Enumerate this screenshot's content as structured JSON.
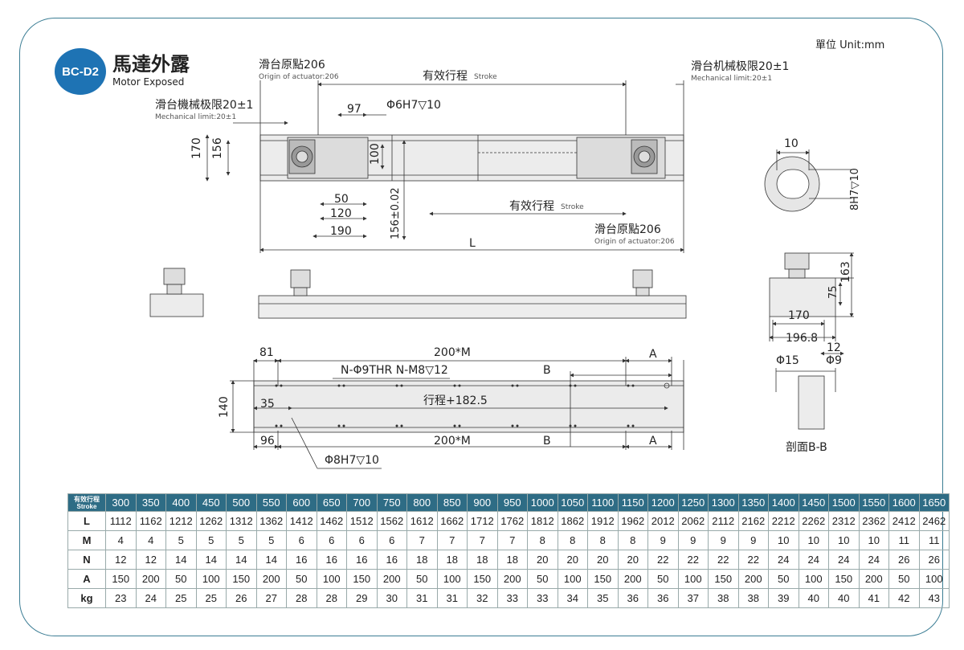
{
  "header": {
    "badge": "BC-D2",
    "title_zh": "馬達外露",
    "title_en": "Motor Exposed",
    "unit": "單位 Unit:mm"
  },
  "labels": {
    "origin_left_zh": "滑台原點206",
    "origin_left_en": "Origin of actuator:206",
    "stroke_top_zh": "有效行程",
    "stroke_top_en": "Stroke",
    "mech_right_zh": "滑台机械极限20±1",
    "mech_right_en": "Mechanical limit:20±1",
    "mech_left_zh": "滑台機械极限20±1",
    "mech_left_en": "Mechanical limit:20±1",
    "dim_97": "97",
    "hole_top": "Φ6H7▽10",
    "dim_170": "170",
    "dim_156": "156",
    "dim_100": "100",
    "dim_50": "50",
    "dim_120": "120",
    "dim_190": "190",
    "dim_156_tol": "156±0.02",
    "stroke_mid_zh": "有效行程",
    "stroke_mid_en": "Stroke",
    "origin_right_zh": "滑台原點206",
    "origin_right_en": "Origin of actuator:206",
    "dim_L": "L",
    "dim_10": "10",
    "hole_side": "8H7▽10",
    "dim_163": "163",
    "dim_75": "75",
    "dim_170b": "170",
    "dim_196": "196.8",
    "dim_81": "81",
    "dim_200M_top": "200*M",
    "dim_A_top": "A",
    "holes_label": "N-Φ9THR N-M8▽12",
    "dim_B_top": "B",
    "dim_140": "140",
    "dim_35": "35",
    "stroke_plus": "行程+182.5",
    "dim_96": "96",
    "dim_200M_bot": "200*M",
    "dim_B_bot": "B",
    "dim_A_bot": "A",
    "pin_hole": "Φ8H7▽10",
    "dim_12": "12",
    "dim_phi15": "Φ15",
    "dim_phi9": "Φ9",
    "section": "剖面B-B"
  },
  "table": {
    "header_label_zh": "有效行程",
    "header_label_en": "Stroke",
    "strokes": [
      "300",
      "350",
      "400",
      "450",
      "500",
      "550",
      "600",
      "650",
      "700",
      "750",
      "800",
      "850",
      "900",
      "950",
      "1000",
      "1050",
      "1100",
      "1150",
      "1200",
      "1250",
      "1300",
      "1350",
      "1400",
      "1450",
      "1500",
      "1550",
      "1600",
      "1650"
    ],
    "rows": [
      {
        "label": "L",
        "values": [
          "1112",
          "1162",
          "1212",
          "1262",
          "1312",
          "1362",
          "1412",
          "1462",
          "1512",
          "1562",
          "1612",
          "1662",
          "1712",
          "1762",
          "1812",
          "1862",
          "1912",
          "1962",
          "2012",
          "2062",
          "2112",
          "2162",
          "2212",
          "2262",
          "2312",
          "2362",
          "2412",
          "2462"
        ]
      },
      {
        "label": "M",
        "values": [
          "4",
          "4",
          "5",
          "5",
          "5",
          "5",
          "6",
          "6",
          "6",
          "6",
          "7",
          "7",
          "7",
          "7",
          "8",
          "8",
          "8",
          "8",
          "9",
          "9",
          "9",
          "9",
          "10",
          "10",
          "10",
          "10",
          "11",
          "11"
        ]
      },
      {
        "label": "N",
        "values": [
          "12",
          "12",
          "14",
          "14",
          "14",
          "14",
          "16",
          "16",
          "16",
          "16",
          "18",
          "18",
          "18",
          "18",
          "20",
          "20",
          "20",
          "20",
          "22",
          "22",
          "22",
          "22",
          "24",
          "24",
          "24",
          "24",
          "26",
          "26"
        ]
      },
      {
        "label": "A",
        "values": [
          "150",
          "200",
          "50",
          "100",
          "150",
          "200",
          "50",
          "100",
          "150",
          "200",
          "50",
          "100",
          "150",
          "200",
          "50",
          "100",
          "150",
          "200",
          "50",
          "100",
          "150",
          "200",
          "50",
          "100",
          "150",
          "200",
          "50",
          "100"
        ]
      },
      {
        "label": "kg",
        "values": [
          "23",
          "24",
          "25",
          "25",
          "26",
          "27",
          "28",
          "28",
          "29",
          "30",
          "31",
          "31",
          "32",
          "33",
          "33",
          "34",
          "35",
          "36",
          "36",
          "37",
          "38",
          "38",
          "39",
          "40",
          "40",
          "41",
          "42",
          "43"
        ]
      }
    ]
  },
  "colors": {
    "frame": "#3b7d94",
    "badge": "#1e73b4",
    "table_header": "#2e6c85",
    "body_fill": "#e6e6e6",
    "dim": "#333333"
  }
}
